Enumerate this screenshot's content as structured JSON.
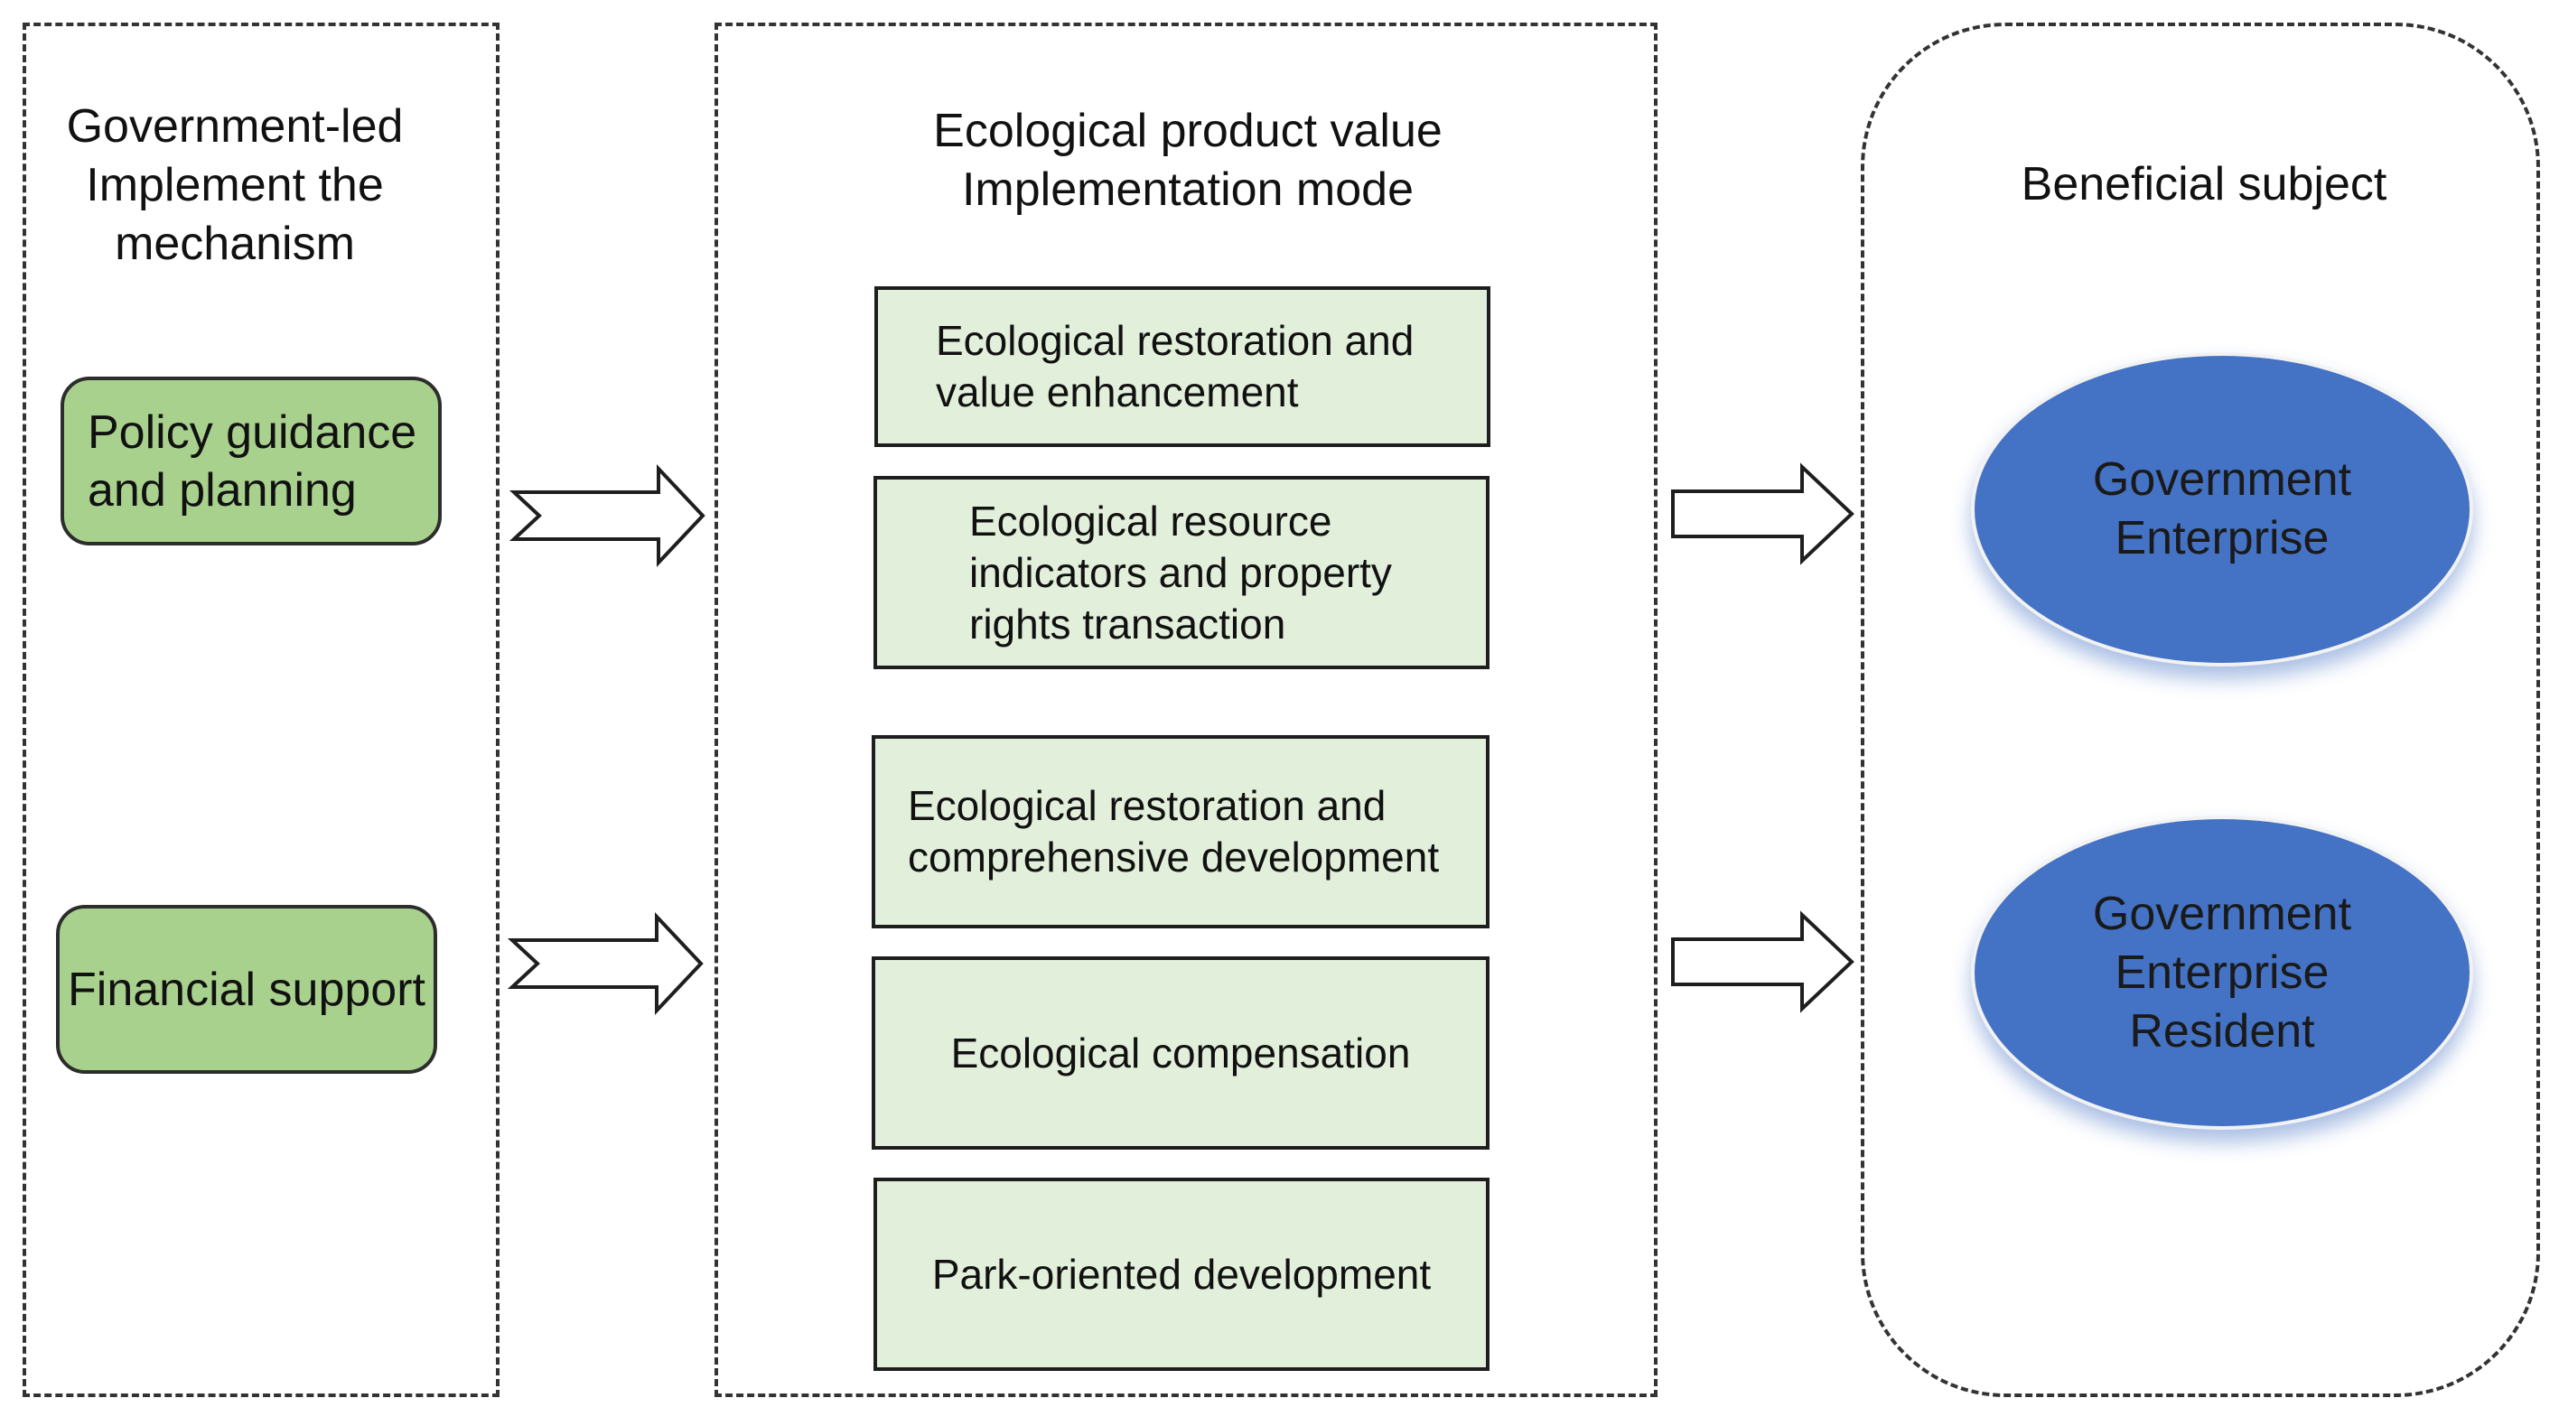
{
  "columns": {
    "left": {
      "heading": "Government-led\nImplement the\nmechanism",
      "items": [
        "Policy guidance\nand planning",
        "Financial support"
      ]
    },
    "middle": {
      "heading": "Ecological product value\nImplementation mode",
      "items": [
        "Ecological restoration and\nvalue enhancement",
        "Ecological resource\nindicators and property\nrights transaction",
        "Ecological restoration and\ncomprehensive development",
        "Ecological compensation",
        "Park-oriented development"
      ]
    },
    "right": {
      "heading": "Beneficial subject",
      "items": [
        "Government\nEnterprise",
        "Government\nEnterprise\nResident"
      ]
    }
  },
  "colors": {
    "mechanism_fill": "#a9d18e",
    "mode_fill": "#e2efda",
    "subject_fill": "#4472c4"
  }
}
